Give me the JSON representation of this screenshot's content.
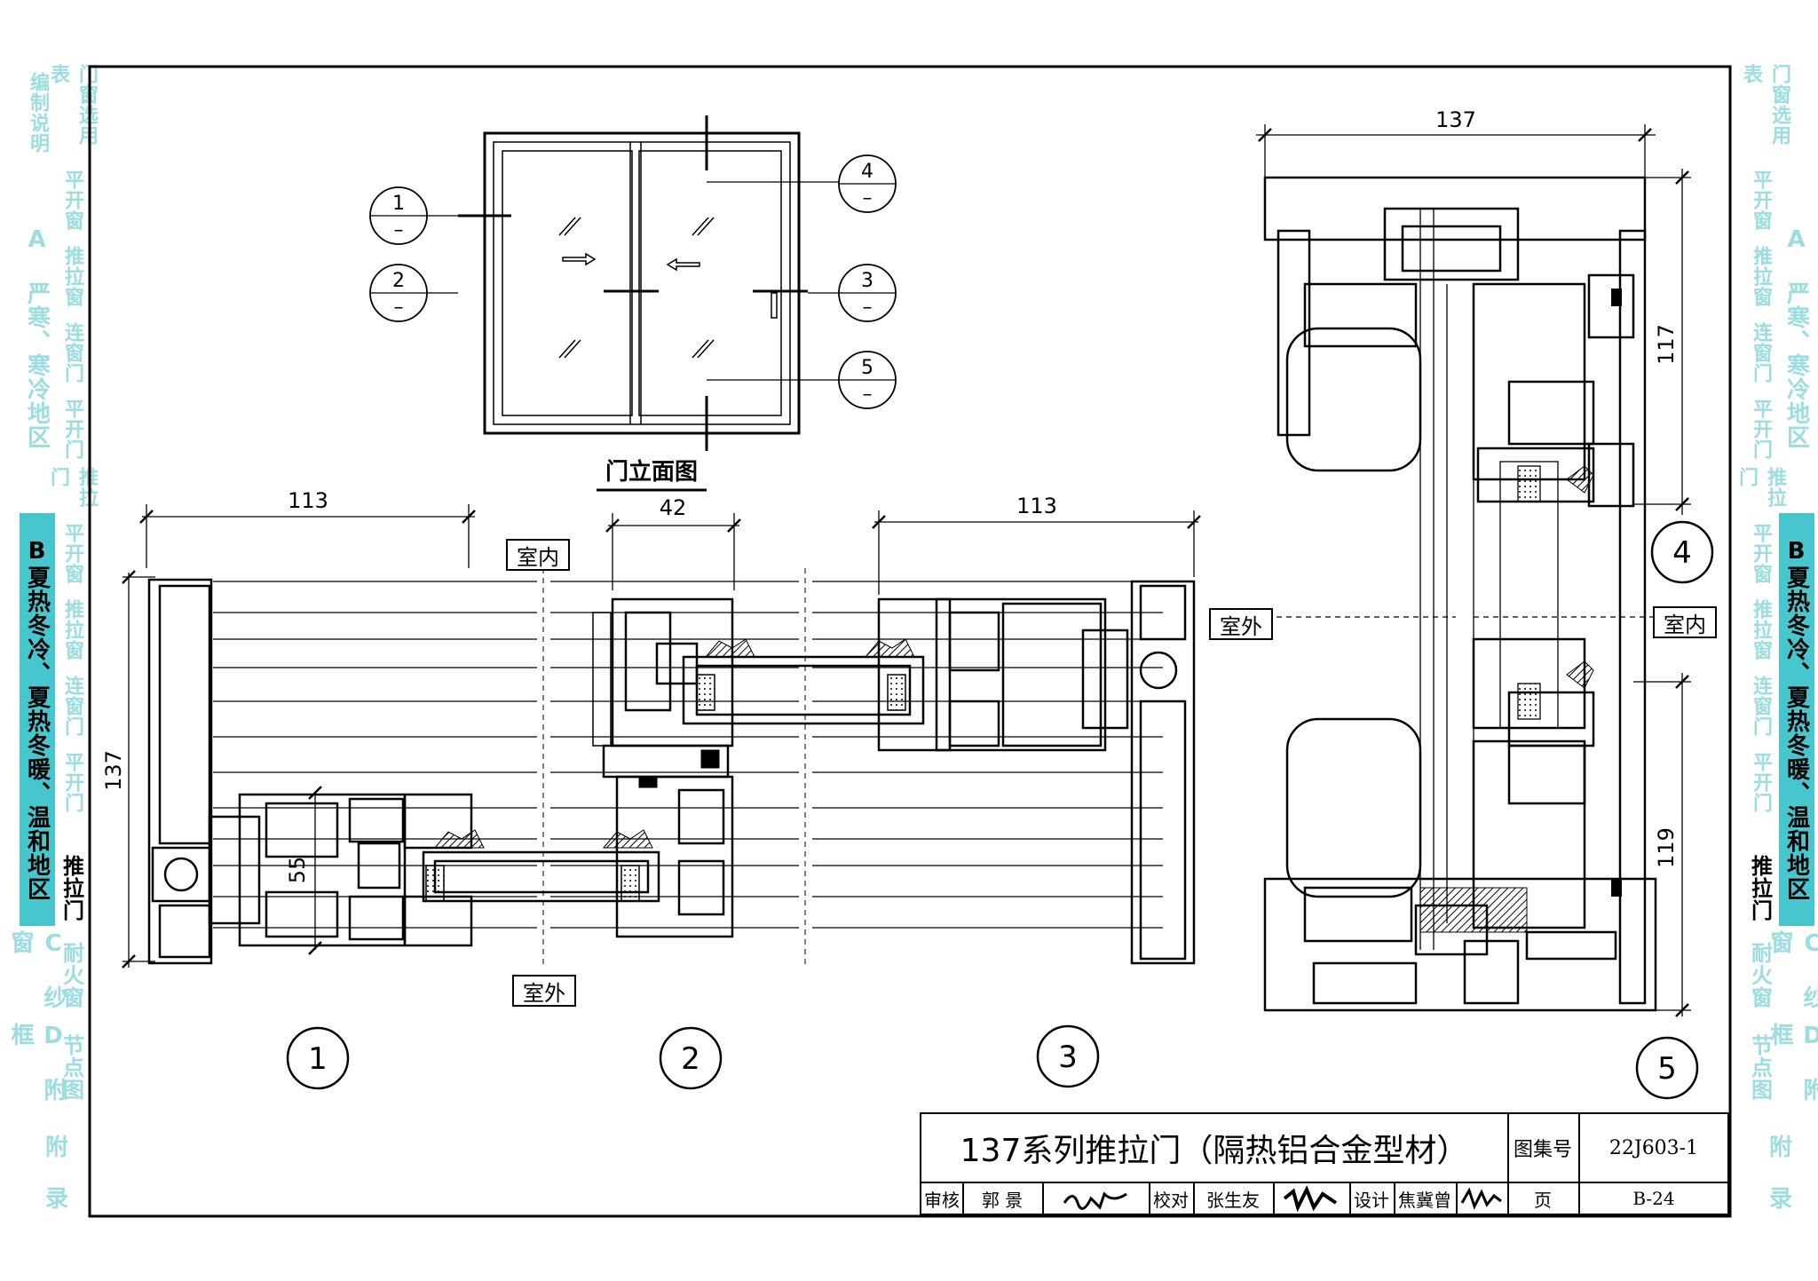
{
  "left_tabs": [
    {
      "id": "intro",
      "label": "编制说明"
    },
    {
      "id": "window-table",
      "label": "门窗选用表"
    },
    {
      "id": "a",
      "label": "A 严寒、寒冷地区"
    },
    {
      "id": "b",
      "label": "B夏热冬冷、夏热冬暖、温和地区"
    },
    {
      "id": "c",
      "label": "C 纱窗"
    },
    {
      "id": "d",
      "label": "D 附框"
    },
    {
      "id": "appendix",
      "label": "附 录"
    }
  ],
  "left_subtabs": [
    {
      "id": "casement-window",
      "label": "平开窗"
    },
    {
      "id": "sliding-window",
      "label": "推拉窗"
    },
    {
      "id": "linked-window",
      "label": "连窗门"
    },
    {
      "id": "casement-door",
      "label": "平开门"
    },
    {
      "id": "sliding-door-a",
      "label": "推拉门"
    },
    {
      "id": "casement-window-b",
      "label": "平开窗"
    },
    {
      "id": "sliding-window-b",
      "label": "推拉窗"
    },
    {
      "id": "linked-window-b",
      "label": "连窗门"
    },
    {
      "id": "casement-door-b",
      "label": "平开门"
    },
    {
      "id": "sliding-door-b",
      "label": "推拉门"
    },
    {
      "id": "fire-window",
      "label": "耐火窗"
    },
    {
      "id": "node-detail",
      "label": "节点图"
    }
  ],
  "elevation": {
    "title": "门立面图",
    "callouts": [
      {
        "num": "1",
        "sub": "–"
      },
      {
        "num": "2",
        "sub": "–"
      },
      {
        "num": "3",
        "sub": "–"
      },
      {
        "num": "4",
        "sub": "–"
      },
      {
        "num": "5",
        "sub": "–"
      }
    ]
  },
  "labels": {
    "indoor": "室内",
    "outdoor": "室外"
  },
  "dimensions": {
    "d113_left": "113",
    "d42": "42",
    "d113_right": "113",
    "d137_left": "137",
    "d55": "55",
    "d137_top": "137",
    "d117": "117",
    "d119": "119"
  },
  "detail_markers": [
    "1",
    "2",
    "3",
    "4",
    "5"
  ],
  "title_block": {
    "title": "137系列推拉门（隔热铝合金型材）",
    "atlas_label": "图集号",
    "atlas_no": "22J603-1",
    "review_label": "审核",
    "reviewer": "郭 景",
    "check_label": "校对",
    "checker": "张生友",
    "design_label": "设计",
    "designer": "焦冀曾",
    "page_label": "页",
    "page_no": "B-24"
  }
}
